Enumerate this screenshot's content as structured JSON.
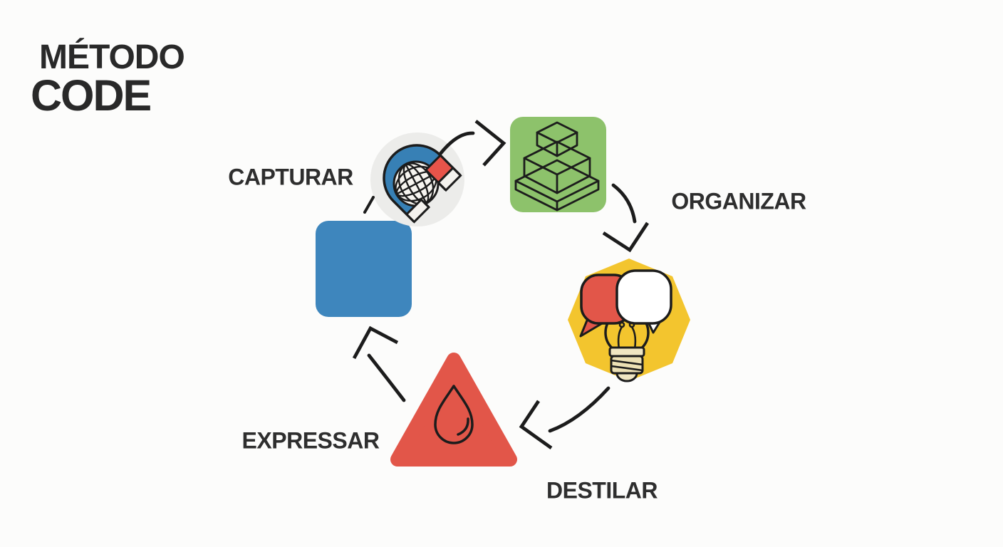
{
  "title": {
    "line1": "MÉTODO",
    "line2": "CODE"
  },
  "steps": [
    {
      "id": "capturar",
      "label": "CAPTURAR",
      "icon": "magnet-attracting-globe-icon",
      "shape": "blue-rounded-square-and-gray-circle"
    },
    {
      "id": "organizar",
      "label": "ORGANIZAR",
      "icon": "stacked-isometric-boxes-icon",
      "shape": "green-rounded-square"
    },
    {
      "id": "destilar",
      "label": "DESTILAR",
      "icon": "lightbulb-speech-bubbles-icon",
      "shape": "yellow-octagon"
    },
    {
      "id": "expressar",
      "label": "EXPRESSAR",
      "icon": "water-drop-icon",
      "shape": "red-rounded-triangle"
    }
  ],
  "colors": {
    "background": "#fcfcfb",
    "title_text": "#292929",
    "label_text": "#2e2e2e",
    "outline": "#1c1c1c",
    "blue_square": "#3e86bd",
    "green_tile": "#8dc26b",
    "yellow_octagon": "#f3c52e",
    "red_triangle": "#e25649",
    "magnet_blue": "#3780b5",
    "magnet_red": "#e8544a",
    "gray_circle": "#ececea",
    "globe_white": "#f7f5f0",
    "bubble_red": "#e25649",
    "bubble_white": "#ffffff",
    "bulb_base_cream": "#ece0b4",
    "bulb_rim_cream": "#f0e6c2",
    "tip_white": "#f4f2ee"
  }
}
